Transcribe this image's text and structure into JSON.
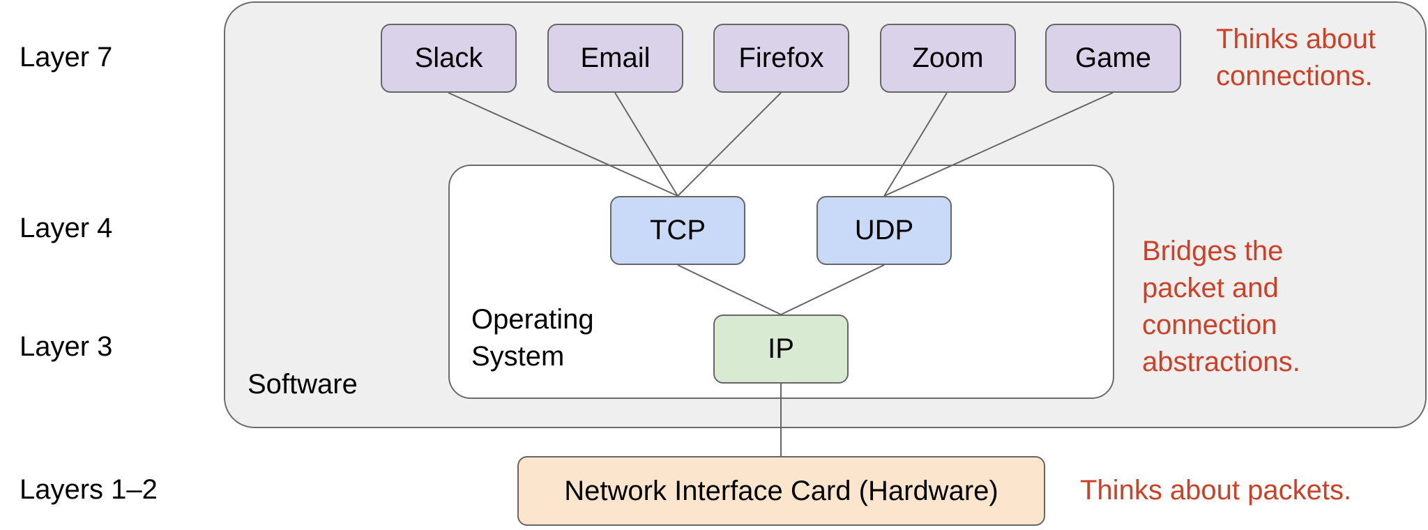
{
  "layers": [
    {
      "label": "Layer 7"
    },
    {
      "label": "Layer 4"
    },
    {
      "label": "Layer 3"
    },
    {
      "label": "Layers 1–2"
    }
  ],
  "regions": {
    "software": "Software",
    "operating_system": "Operating\nSystem"
  },
  "applications": [
    "Slack",
    "Email",
    "Firefox",
    "Zoom",
    "Game"
  ],
  "transport": [
    "TCP",
    "UDP"
  ],
  "network": "IP",
  "hardware": "Network Interface Card (Hardware)",
  "annotations": {
    "layer7": "Thinks about\nconnections.",
    "layer3_4": "Bridges the\npacket and\nconnection\nabstractions.",
    "layer1_2": "Thinks about packets."
  },
  "connections": [
    {
      "from": "Slack",
      "to": "TCP"
    },
    {
      "from": "Email",
      "to": "TCP"
    },
    {
      "from": "Firefox",
      "to": "TCP"
    },
    {
      "from": "Zoom",
      "to": "UDP"
    },
    {
      "from": "Game",
      "to": "UDP"
    },
    {
      "from": "TCP",
      "to": "IP"
    },
    {
      "from": "UDP",
      "to": "IP"
    },
    {
      "from": "IP",
      "to": "Network Interface Card (Hardware)"
    }
  ],
  "colors": {
    "application": "#d9d2e9",
    "transport": "#c9daf8",
    "network": "#d9ead3",
    "hardware": "#fce5cd",
    "software_region": "#efefef",
    "annotation": "#cc4125"
  }
}
